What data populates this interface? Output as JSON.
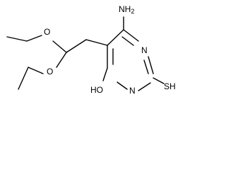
{
  "structure": {
    "labels": {
      "amino": "NH2",
      "n1": "N",
      "n3": "N",
      "thiol": "SH",
      "hydroxyl": "HO",
      "ether_top": "O",
      "ether_bottom": "O"
    }
  },
  "colors": {
    "ink": "#000000",
    "background": "#ffffff"
  }
}
